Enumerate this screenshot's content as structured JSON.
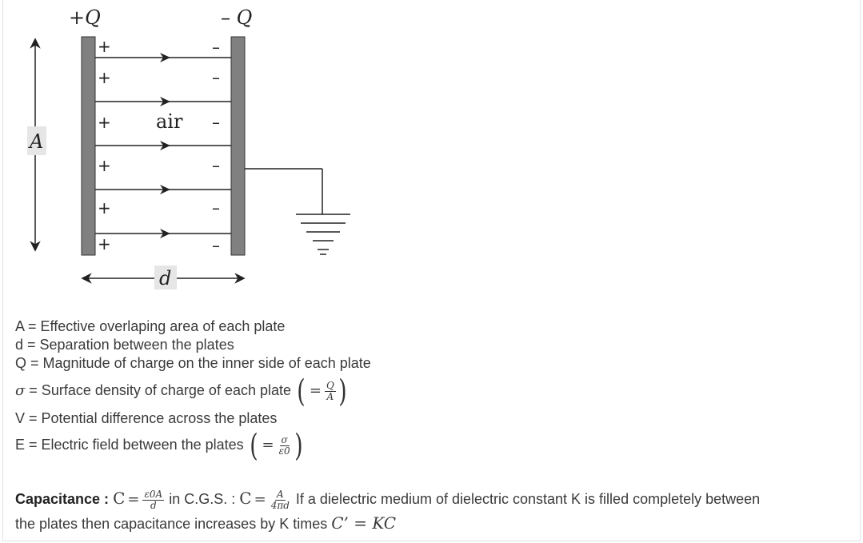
{
  "diagram": {
    "plus_q": "+Q",
    "minus_q": "– Q",
    "plus_sign": "+",
    "minus_sign": "–",
    "medium": "air",
    "area_label": "A",
    "sep_label": "d"
  },
  "definitions": {
    "a": "A = Effective overlaping area of each plate",
    "d": "d = Separation between the plates",
    "q": "Q = Magnitude of charge on the inner side of each plate",
    "sigma_sym": "σ",
    "sigma": " = Surface density of charge of each plate",
    "sigma_num": "Q",
    "sigma_den": "A",
    "v": "V = Potential difference across the plates",
    "e": "E = Electric field between the plates",
    "e_num": "σ",
    "e_den": "ε0"
  },
  "capacitance": {
    "label": "Capacitance :",
    "c": "C",
    "f1_num": "ε0A",
    "f1_den": "d",
    "cgs": "in C.G.S. :",
    "f2_num": "A",
    "f2_den": "4πd",
    "text1": "If a dielectric medium of dielectric constant K is filled completely between",
    "text2": "the plates then capacitance increases by K times",
    "result": "C’ = KC"
  },
  "colors": {
    "plate": "#808080",
    "line": "#222222",
    "label_bg": "#e6e6e6",
    "text": "#3a3a3a"
  }
}
